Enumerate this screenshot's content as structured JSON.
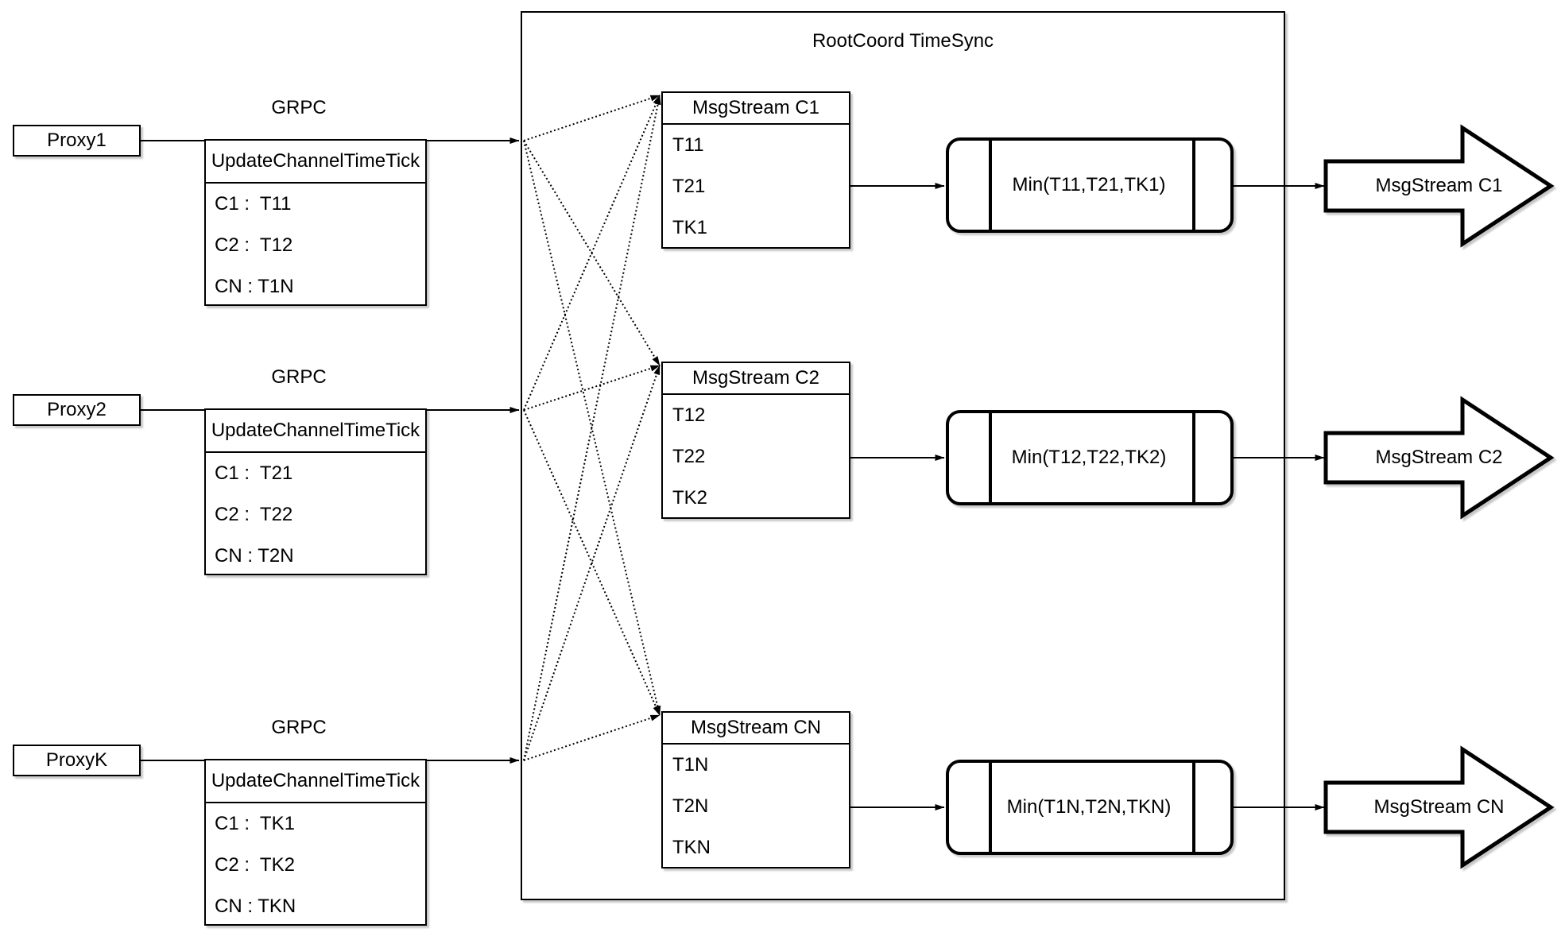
{
  "diagram": {
    "title": "RootCoord TimeSync",
    "colors": {
      "stroke": "#000000",
      "background": "#ffffff"
    },
    "proxies": [
      {
        "name": "Proxy1",
        "protocol": "GRPC",
        "message": {
          "title": "UpdateChannelTimeTick",
          "rows": [
            "C1 :  T11",
            "C2 :  T12",
            "CN : T1N"
          ]
        }
      },
      {
        "name": "Proxy2",
        "protocol": "GRPC",
        "message": {
          "title": "UpdateChannelTimeTick",
          "rows": [
            "C1 :  T21",
            "C2 :  T22",
            "CN : T2N"
          ]
        }
      },
      {
        "name": "ProxyK",
        "protocol": "GRPC",
        "message": {
          "title": "UpdateChannelTimeTick",
          "rows": [
            "C1 :  TK1",
            "C2 :  TK2",
            "CN : TKN"
          ]
        }
      }
    ],
    "streams": [
      {
        "table_title": "MsgStream C1",
        "ticks": [
          "T11",
          "T21",
          "TK1"
        ],
        "min_label": "Min(T11,T21,TK1)",
        "output_label": "MsgStream C1"
      },
      {
        "table_title": "MsgStream C2",
        "ticks": [
          "T12",
          "T22",
          "TK2"
        ],
        "min_label": "Min(T12,T22,TK2)",
        "output_label": "MsgStream C2"
      },
      {
        "table_title": "MsgStream CN",
        "ticks": [
          "T1N",
          "T2N",
          "TKN"
        ],
        "min_label": "Min(T1N,T2N,TKN)",
        "output_label": "MsgStream CN"
      }
    ]
  }
}
